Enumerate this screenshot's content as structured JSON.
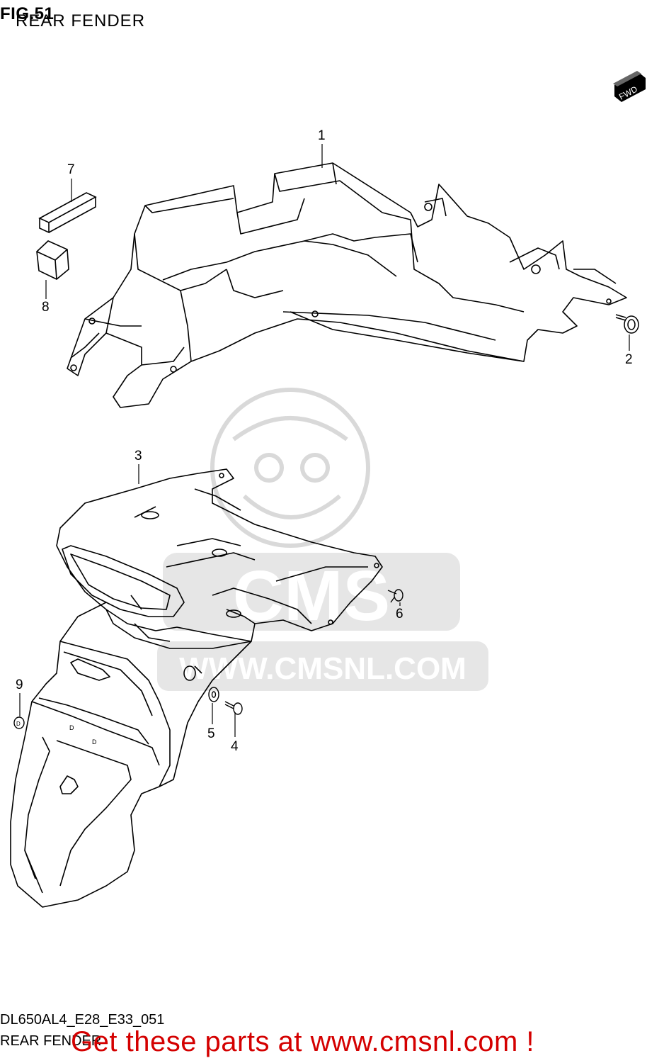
{
  "header": {
    "figure_number": "FIG.51",
    "figure_title": "REAR FENDER"
  },
  "direction_marker": {
    "label": "FWD",
    "icon": "forward-arrow-icon"
  },
  "callouts": [
    {
      "id": "1",
      "label": "1"
    },
    {
      "id": "2",
      "label": "2"
    },
    {
      "id": "3",
      "label": "3"
    },
    {
      "id": "4",
      "label": "4"
    },
    {
      "id": "5",
      "label": "5"
    },
    {
      "id": "6",
      "label": "6"
    },
    {
      "id": "7",
      "label": "7"
    },
    {
      "id": "8",
      "label": "8"
    },
    {
      "id": "9",
      "label": "9"
    }
  ],
  "watermark": {
    "brand": "CMS",
    "url": "WWW.CMSNL.COM",
    "color": "#d9d9d9"
  },
  "footer": {
    "drawing_code": "DL650AL4_E28_E33_051",
    "drawing_name": "REAR FENDER",
    "promo": "Get these parts at www.cmsnl.com !",
    "promo_color": "#d40000"
  }
}
